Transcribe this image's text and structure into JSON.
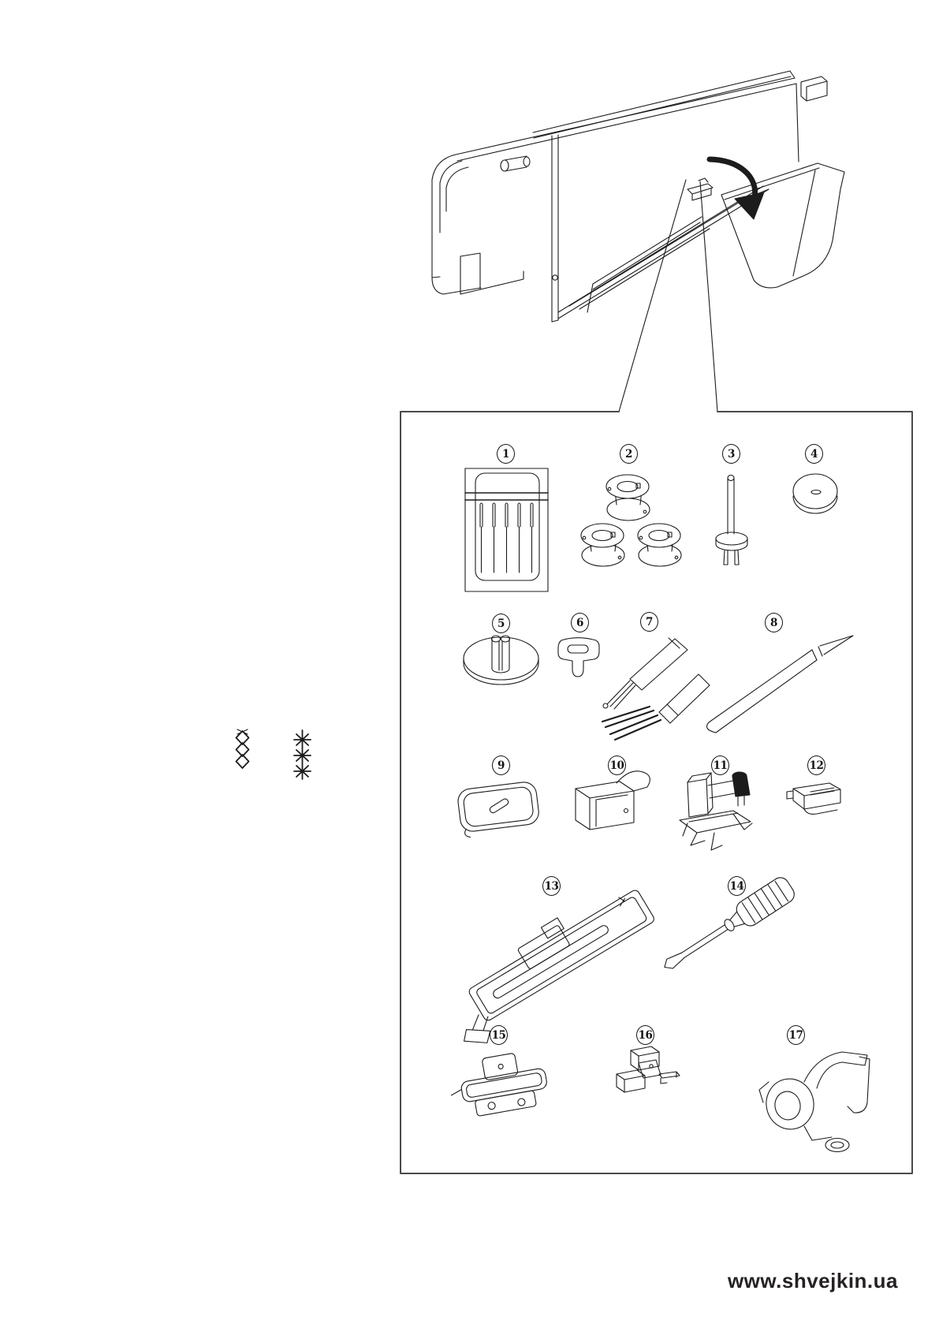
{
  "figure": {
    "machine_part": "accessory-compartment-drawing",
    "arrow_icon": "open-cover-arrow-icon"
  },
  "accessories": [
    {
      "number": "1",
      "icon": "needle-set-icon"
    },
    {
      "number": "2",
      "icon": "bobbins-icon"
    },
    {
      "number": "3",
      "icon": "spool-pin-icon"
    },
    {
      "number": "4",
      "icon": "spool-cap-icon"
    },
    {
      "number": "5",
      "icon": "spool-holder-icon"
    },
    {
      "number": "6",
      "icon": "screw-key-icon"
    },
    {
      "number": "7",
      "icon": "seam-ripper-and-brush-icon"
    },
    {
      "number": "8",
      "icon": "cleaning-brush-icon"
    },
    {
      "number": "9",
      "icon": "darning-plate-icon"
    },
    {
      "number": "10",
      "icon": "button-sewing-foot-icon"
    },
    {
      "number": "11",
      "icon": "blind-stitch-foot-icon"
    },
    {
      "number": "12",
      "icon": "overcasting-foot-icon"
    },
    {
      "number": "13",
      "icon": "buttonhole-foot-icon"
    },
    {
      "number": "14",
      "icon": "screwdriver-icon"
    },
    {
      "number": "15",
      "icon": "overedge-foot-icon"
    },
    {
      "number": "16",
      "icon": "quilting-guide-icon"
    },
    {
      "number": "17",
      "icon": "hemmer-foot-icon"
    }
  ],
  "stitch_symbols": [
    {
      "icon": "cross-stitch-pattern-icon"
    },
    {
      "icon": "star-stitch-pattern-icon"
    }
  ],
  "watermark": {
    "text": "www.shvejkin.ua"
  },
  "colors": {
    "line": "#1c1c1c",
    "box_frame": "#4a4a4a",
    "background": "#ffffff",
    "watermark_text": "#262224"
  }
}
